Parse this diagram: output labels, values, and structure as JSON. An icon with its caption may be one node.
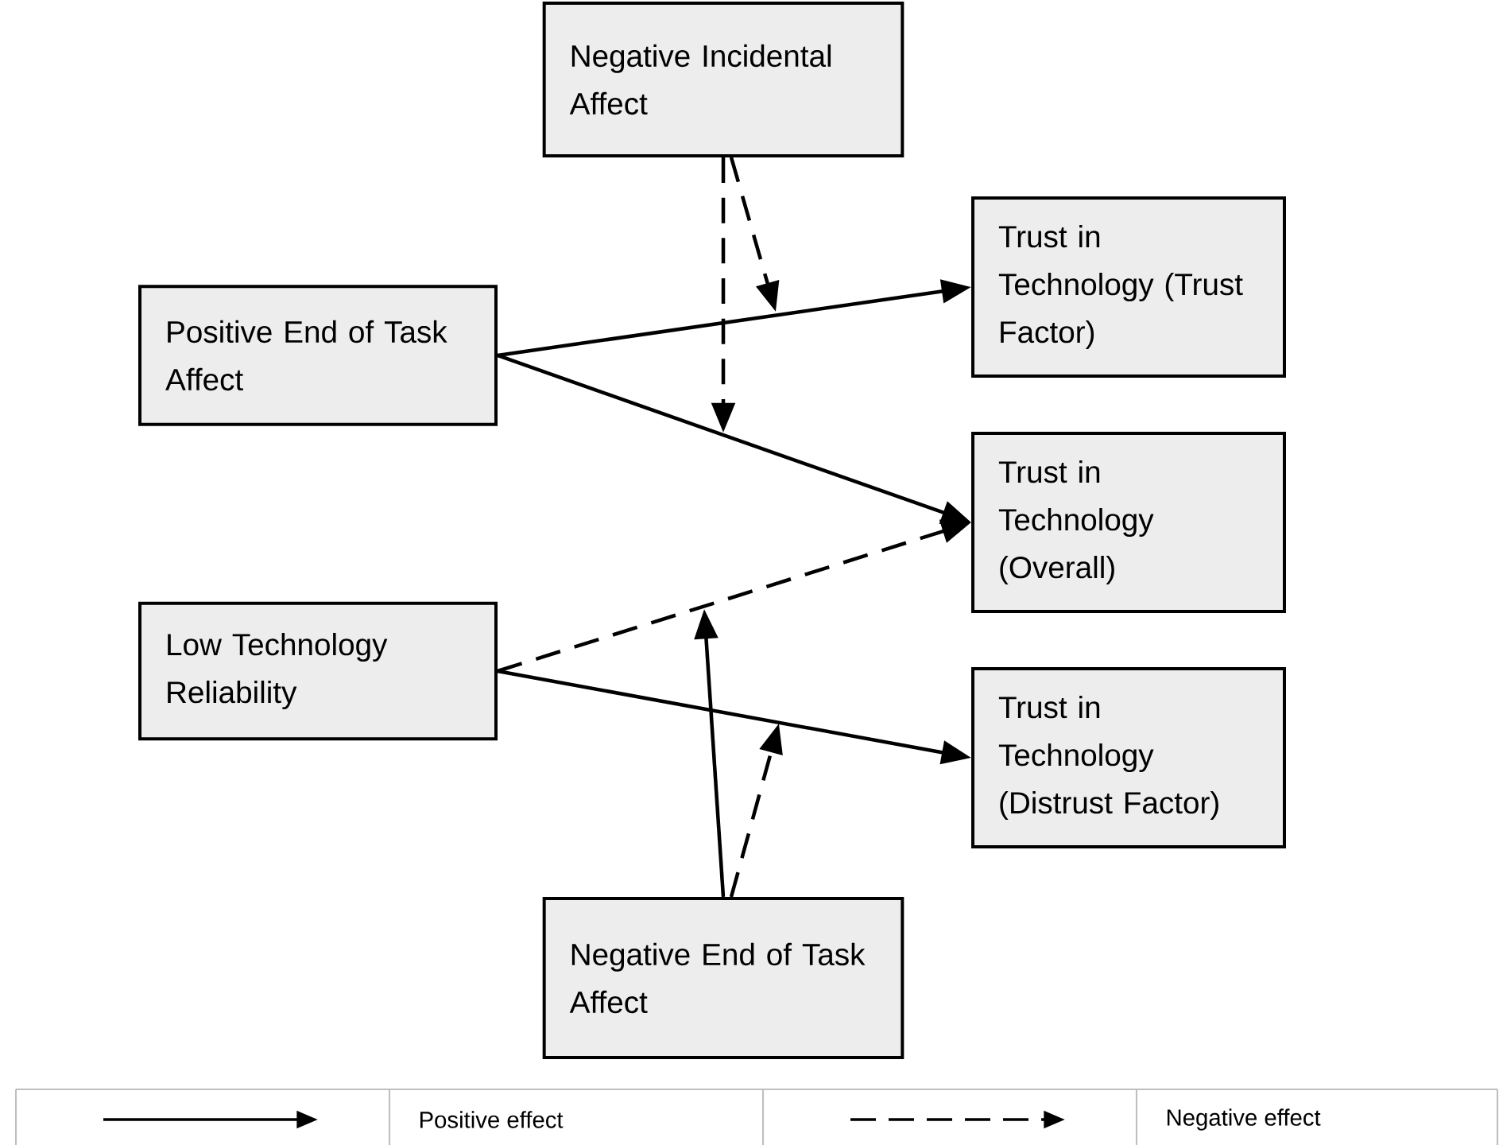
{
  "diagram": {
    "nodes": [
      {
        "text": [
          "Negative Incidental Affect"
        ]
      },
      {
        "text": [
          "Trust in Technology (Trust Factor)"
        ]
      },
      {
        "text": [
          "Positive End of Task Affect"
        ]
      },
      {
        "text": [
          "Trust in Technology (Overall)"
        ]
      },
      {
        "text": [
          "Low Technology Reliability"
        ]
      },
      {
        "text": [
          "Trust in Technology (Distrust Factor)"
        ]
      },
      {
        "text": [
          "Negative End of Task Affect"
        ]
      }
    ],
    "edges": [
      {
        "from": 2,
        "to": 1,
        "arrow": "to"
      },
      {
        "from": 2,
        "to": 3,
        "arrow": "to"
      },
      {
        "from": 4,
        "to": 3,
        "arrow": "to",
        "style": "dashed"
      },
      {
        "from": 4,
        "to": 5,
        "arrow": "to"
      },
      {
        "from": 0,
        "to": null,
        "arrow": "to",
        "style": "dashed"
      },
      {
        "from": 0,
        "to": null,
        "arrow": "to",
        "style": "dashed"
      },
      {
        "from": 6,
        "to": null,
        "arrow": "to"
      },
      {
        "from": 6,
        "to": null,
        "arrow": "to",
        "style": "dashed"
      }
    ],
    "legend": [
      {
        "text": "Positive effect"
      },
      {
        "text": "Negative effect"
      }
    ]
  }
}
